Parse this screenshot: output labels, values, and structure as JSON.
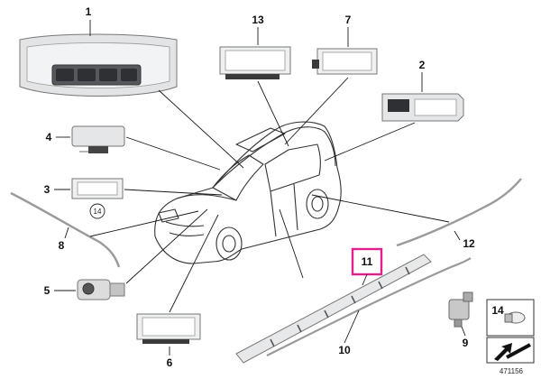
{
  "diagram_id": "471156",
  "highlight_color": "#e0218a",
  "labels": {
    "p1": "1",
    "p2": "2",
    "p3": "3",
    "p4": "4",
    "p5": "5",
    "p6": "6",
    "p7": "7",
    "p8": "8",
    "p9": "9",
    "p10": "10",
    "p11": "11",
    "p12": "12",
    "p13": "13",
    "p14": "14",
    "p14_circled": "14",
    "legend_14": "14"
  }
}
